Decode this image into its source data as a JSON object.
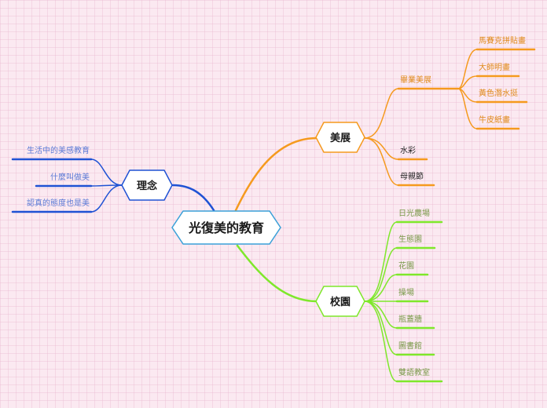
{
  "center": {
    "label": "光復美的教育"
  },
  "branches": [
    {
      "id": "philosophy",
      "label": "理念",
      "color": "#1f52d4",
      "children": [
        {
          "label": "生活中的美感教育",
          "children": []
        },
        {
          "label": "什麼叫做美",
          "children": []
        },
        {
          "label": "認真的態度也是美",
          "children": []
        }
      ]
    },
    {
      "id": "exhibition",
      "label": "美展",
      "color": "#f59a1e",
      "children": [
        {
          "label": "畢業美展",
          "children": [
            {
              "label": "馬賽克拼貼畫"
            },
            {
              "label": "大師明畫"
            },
            {
              "label": "黃色潛水挺"
            },
            {
              "label": "牛皮紙畫"
            }
          ]
        },
        {
          "label": "水彩",
          "children": []
        },
        {
          "label": "母親節",
          "children": []
        }
      ]
    },
    {
      "id": "campus",
      "label": "校園",
      "color": "#7ee82a",
      "children": [
        {
          "label": "日光農場",
          "children": []
        },
        {
          "label": "生態園",
          "children": []
        },
        {
          "label": "花園",
          "children": []
        },
        {
          "label": "操場",
          "children": []
        },
        {
          "label": "瓶蓋牆",
          "children": []
        },
        {
          "label": "圖書館",
          "children": []
        },
        {
          "label": "雙語教室",
          "children": []
        }
      ]
    }
  ]
}
